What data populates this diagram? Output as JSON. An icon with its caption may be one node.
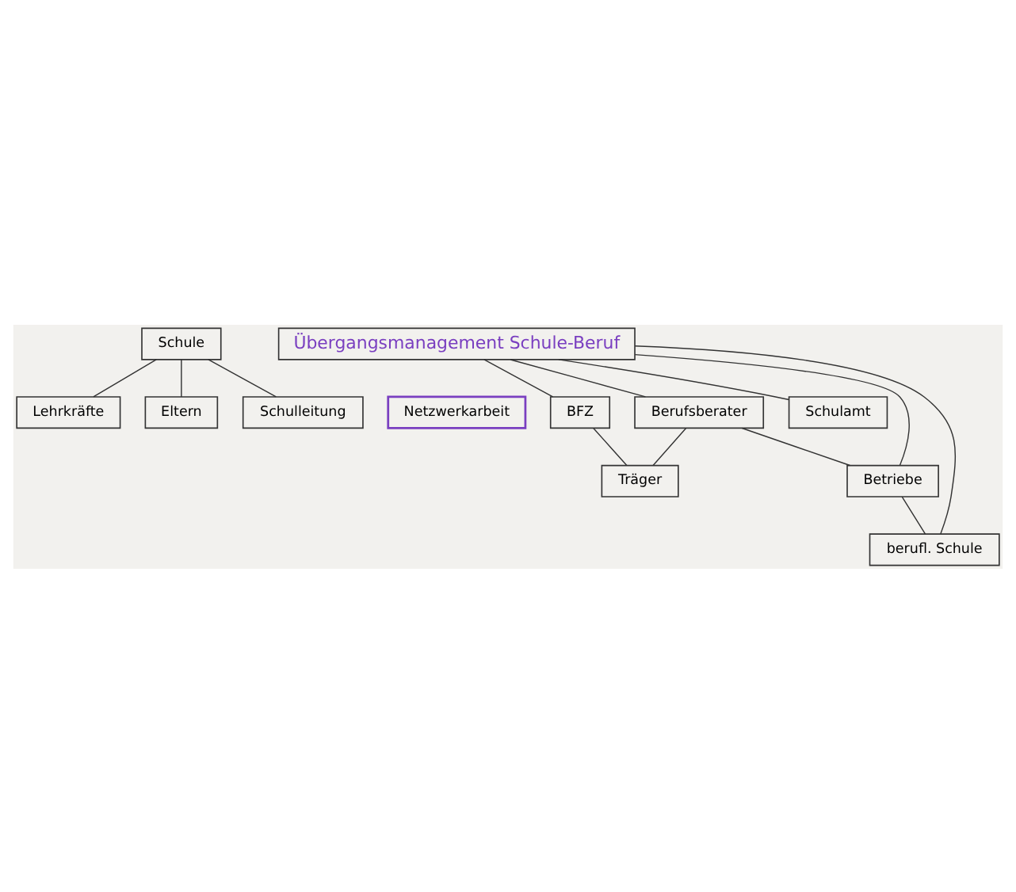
{
  "diagram": {
    "nodes": [
      {
        "text": [
          "Schule"
        ]
      },
      {
        "text": [
          "Lehrkräfte"
        ]
      },
      {
        "text": [
          "Eltern"
        ]
      },
      {
        "text": [
          "Schulleitung"
        ]
      },
      {
        "text": [
          "Übergangsmanagement Schule-Beruf"
        ]
      },
      {
        "text": [
          "Netzwerkarbeit"
        ]
      },
      {
        "text": [
          "BFZ"
        ]
      },
      {
        "text": [
          "Berufsberater"
        ]
      },
      {
        "text": [
          "Schulamt"
        ]
      },
      {
        "text": [
          "berufl. Schule"
        ]
      },
      {
        "text": [
          "Träger"
        ]
      },
      {
        "text": [
          "Betriebe"
        ]
      }
    ],
    "edges": [
      {
        "from": 0,
        "to": 1,
        "arrow": "none"
      },
      {
        "from": 0,
        "to": 2,
        "arrow": "none"
      },
      {
        "from": 0,
        "to": 3,
        "arrow": "none"
      },
      {
        "from": 4,
        "to": 6,
        "arrow": "none"
      },
      {
        "from": 4,
        "to": 7,
        "arrow": "none"
      },
      {
        "from": 4,
        "to": 11,
        "arrow": "none"
      },
      {
        "from": 4,
        "to": 8,
        "arrow": "none"
      },
      {
        "from": 4,
        "to": 9,
        "arrow": "none"
      },
      {
        "from": 6,
        "to": 10,
        "arrow": "none"
      },
      {
        "from": 7,
        "to": 10,
        "arrow": "none"
      },
      {
        "from": 7,
        "to": 11,
        "arrow": "none"
      },
      {
        "from": 11,
        "to": 9,
        "arrow": "none"
      }
    ]
  }
}
